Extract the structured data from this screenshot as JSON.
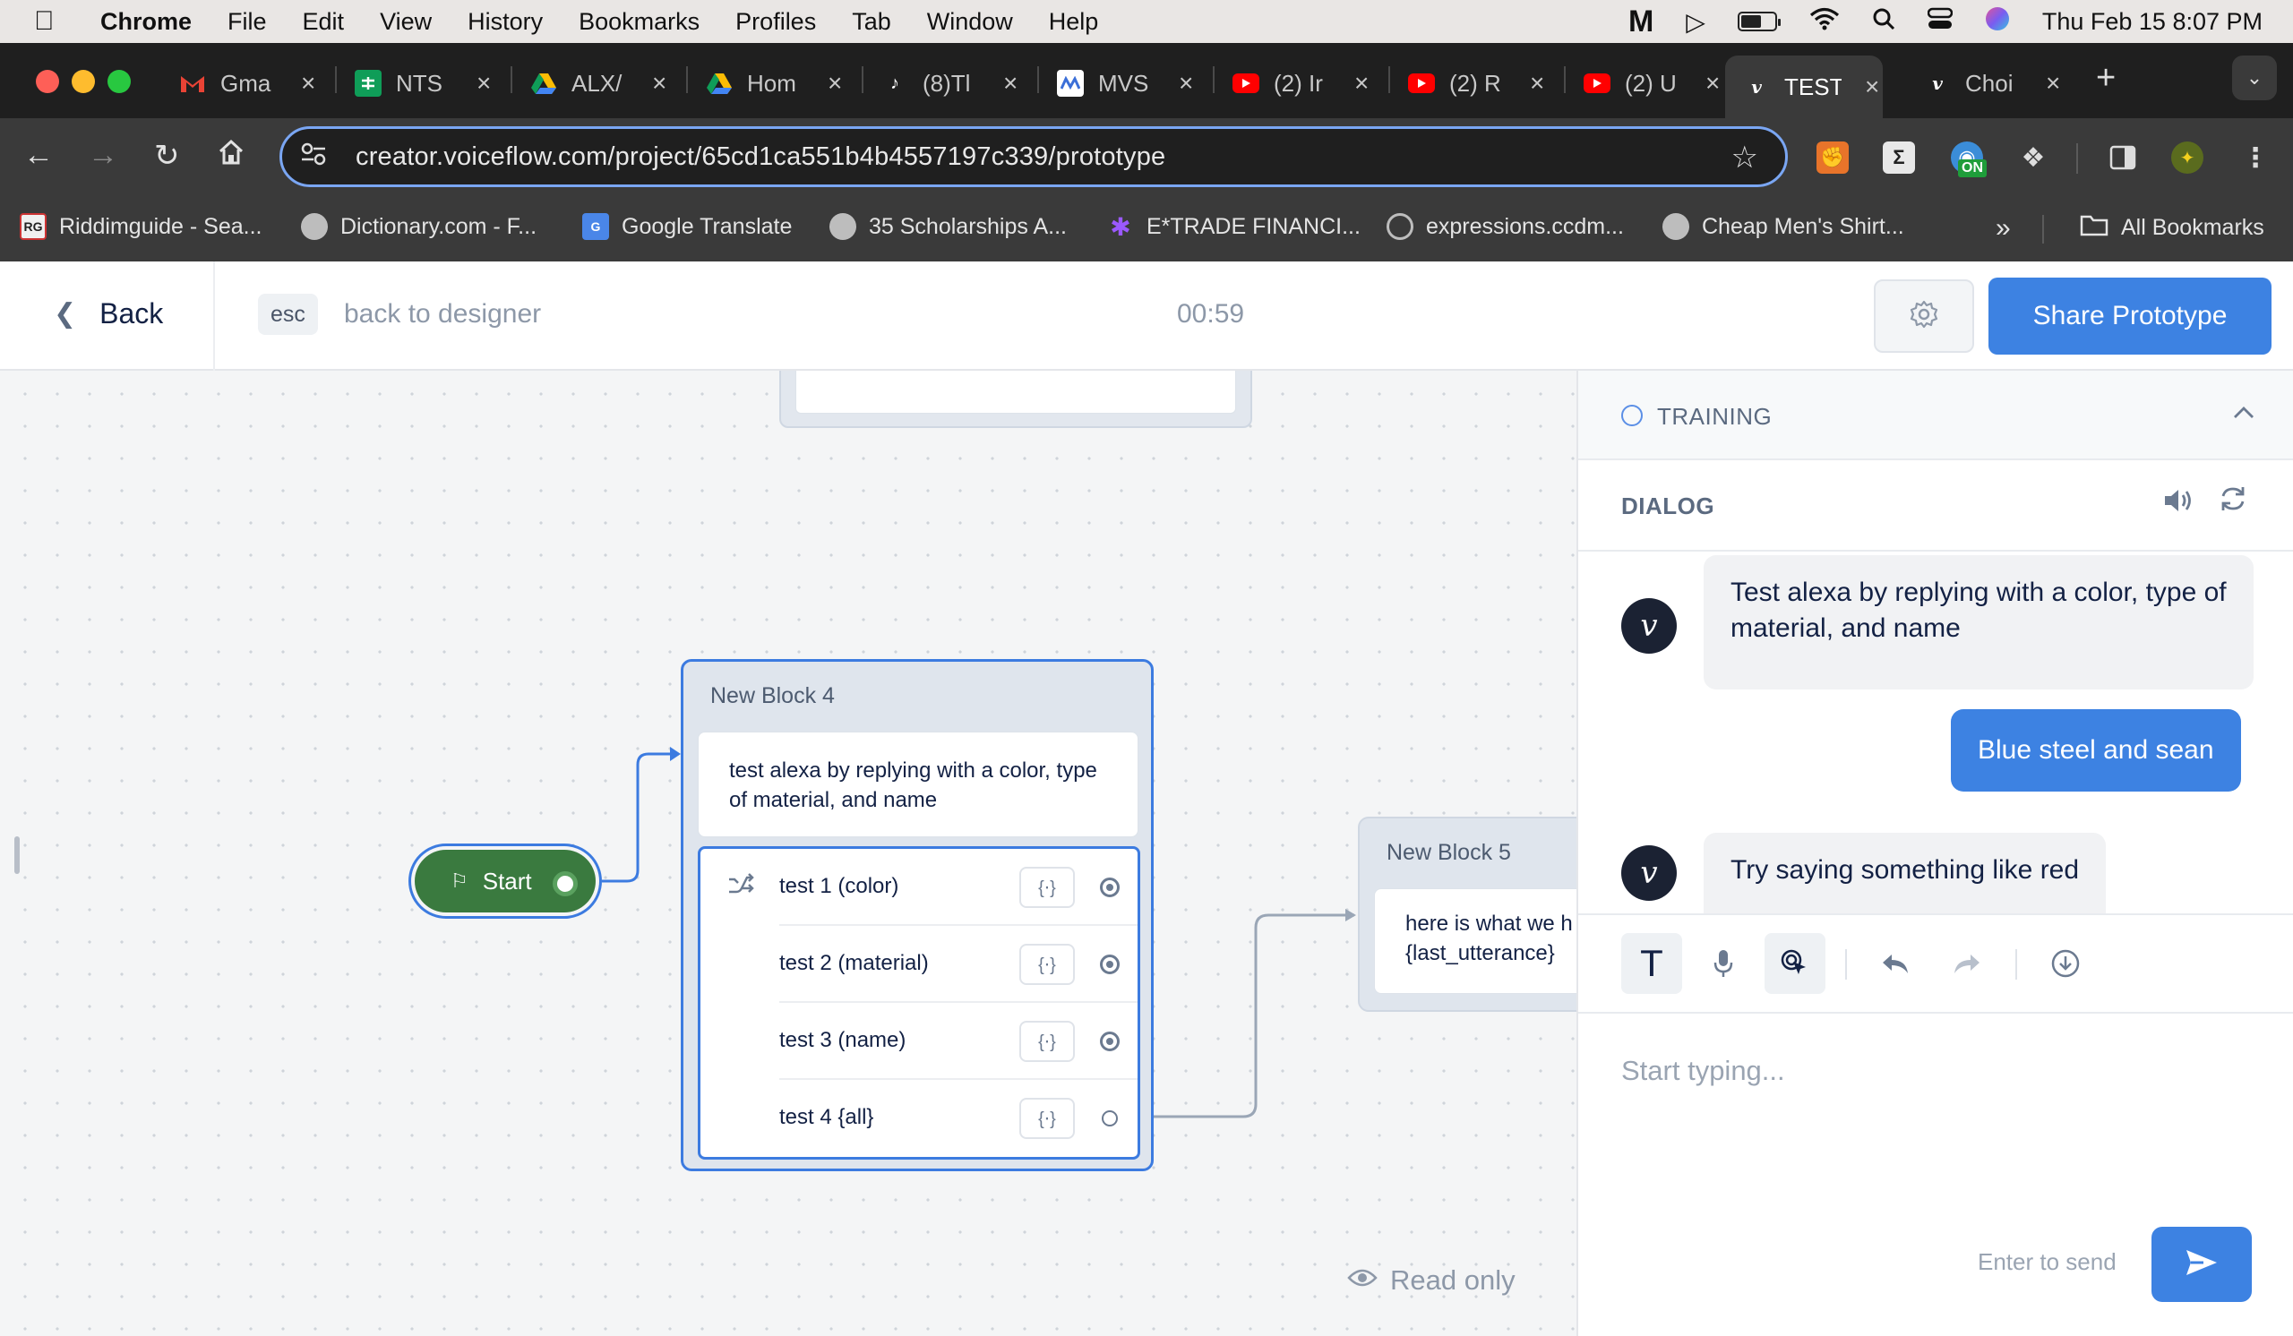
{
  "menubar": {
    "app": "Chrome",
    "items": [
      "File",
      "Edit",
      "View",
      "History",
      "Bookmarks",
      "Profiles",
      "Tab",
      "Window",
      "Help"
    ],
    "clock": "Thu Feb 15  8:07 PM",
    "battery_level": 0.6
  },
  "tabs": [
    {
      "title": "Gma",
      "icon": "gmail-icon",
      "color": "#ea4335"
    },
    {
      "title": "NTS",
      "icon": "sheets-icon",
      "color": "#0f9d58"
    },
    {
      "title": "ALX/",
      "icon": "drive-icon",
      "color": "#fbbc04"
    },
    {
      "title": "Hom",
      "icon": "drive-icon",
      "color": "#fbbc04"
    },
    {
      "title": "(8)Tl",
      "icon": "tiktok-icon",
      "color": "#111111"
    },
    {
      "title": "MVS",
      "icon": "mvs-icon",
      "color": "#3b6fd8"
    },
    {
      "title": "(2) Ir",
      "icon": "youtube-icon",
      "color": "#ff0000"
    },
    {
      "title": "(2) R",
      "icon": "youtube-icon",
      "color": "#ff0000"
    },
    {
      "title": "(2) U",
      "icon": "youtube-icon",
      "color": "#ff0000"
    },
    {
      "title": "TEST",
      "icon": "voiceflow-icon",
      "color": "#1b2233"
    },
    {
      "title": "Choi",
      "icon": "voiceflow-icon",
      "color": "#1b2233"
    }
  ],
  "url": "creator.voiceflow.com/project/65cd1ca551b4b4557197c339/prototype",
  "extensions": {
    "on_badge": "ON"
  },
  "bookmarks": [
    {
      "label": "Riddimguide - Sea...",
      "icon": "RG"
    },
    {
      "label": "Dictionary.com - F...",
      "icon": ""
    },
    {
      "label": "Google Translate",
      "icon": "G"
    },
    {
      "label": "35 Scholarships A...",
      "icon": ""
    },
    {
      "label": "E*TRADE FINANCI...",
      "icon": ""
    },
    {
      "label": "expressions.ccdm...",
      "icon": ""
    },
    {
      "label": "Cheap Men's Shirt...",
      "icon": ""
    }
  ],
  "bookmarks_more": "»",
  "all_bookmarks": "All Bookmarks",
  "header": {
    "back": "Back",
    "esc": "esc",
    "back_to_designer": "back to designer",
    "timer": "00:59",
    "share": "Share Prototype"
  },
  "canvas": {
    "start": "Start",
    "block4": {
      "title": "New Block 4",
      "message": "test alexa by replying with a color, type of material, and name",
      "choices": [
        {
          "label": "test 1 (color)"
        },
        {
          "label": "test 2 (material)"
        },
        {
          "label": "test 3 (name)"
        },
        {
          "label": "test 4 {all}"
        }
      ]
    },
    "block5": {
      "title": "New Block 5",
      "message_line1": "here is what we h",
      "message_line2": "{last_utterance}"
    },
    "read_only": "Read only"
  },
  "panel": {
    "training": "TRAINING",
    "dialog": "DIALOG",
    "messages": [
      {
        "from": "bot",
        "text": "Test alexa by replying with a color, type of material, and name"
      },
      {
        "from": "user",
        "text": "Blue steel and sean"
      },
      {
        "from": "bot",
        "text": "Try saying something like red"
      }
    ],
    "placeholder": "Start typing...",
    "enter_to_send": "Enter to send"
  },
  "colors": {
    "accent": "#3d82e2",
    "start_green": "#3a7a3f",
    "selection_blue": "#3c7be0"
  }
}
